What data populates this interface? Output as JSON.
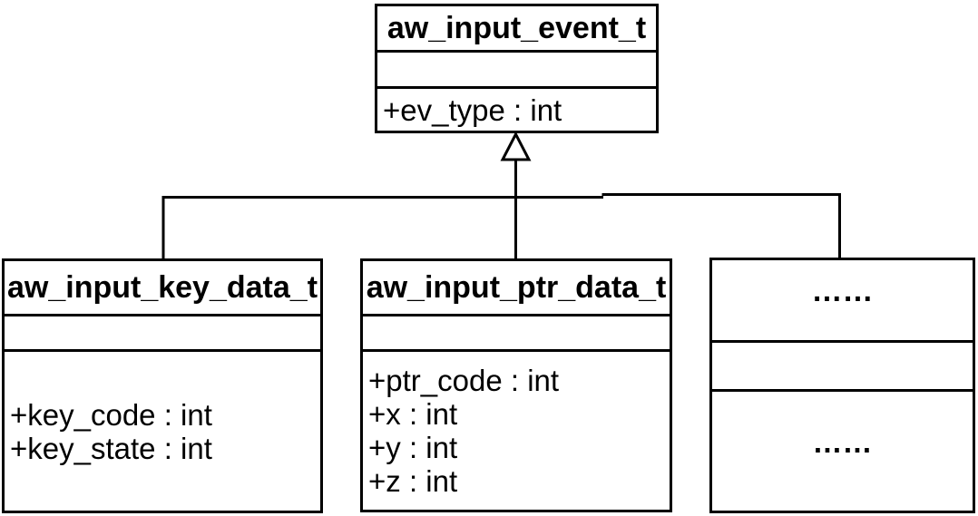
{
  "colors": {
    "line": "#000000",
    "background": "#ffffff",
    "text": "#000000"
  },
  "classes": [
    {
      "name": "aw_input_event_t",
      "attributes": [
        "+ev_type : int"
      ]
    },
    {
      "name": "aw_input_key_data_t",
      "attributes": [
        "+key_code : int",
        "+key_state : int"
      ]
    },
    {
      "name": "aw_input_ptr_data_t",
      "attributes": [
        "+ptr_code : int",
        "+x : int",
        "+y : int",
        "+z : int"
      ]
    },
    {
      "name": "……",
      "attributes": [
        "……"
      ]
    }
  ]
}
